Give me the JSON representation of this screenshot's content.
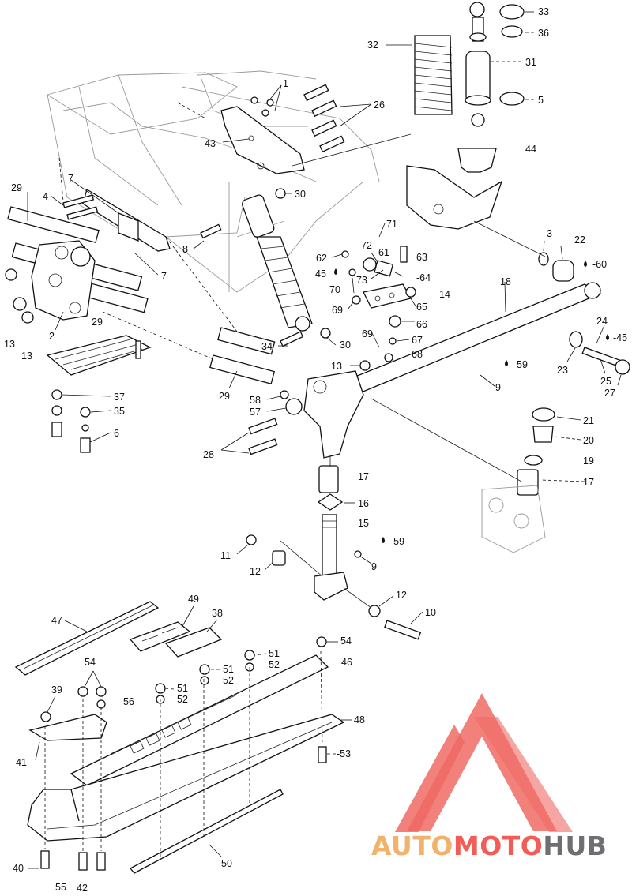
{
  "watermark": {
    "brand_part1": "AUTO",
    "brand_part2": "MOTO",
    "brand_part3": "HUB",
    "colors": {
      "auto": "#f0b36e",
      "moto": "#f25e57",
      "hub": "#6f6f73",
      "triangle": "#f06a64"
    }
  },
  "callouts": [
    {
      "id": "c1",
      "text": "1"
    },
    {
      "id": "c26",
      "text": "26"
    },
    {
      "id": "c43",
      "text": "43"
    },
    {
      "id": "c30a",
      "text": "30"
    },
    {
      "id": "c7a",
      "text": "7"
    },
    {
      "id": "c7b",
      "text": "7"
    },
    {
      "id": "c4",
      "text": "4"
    },
    {
      "id": "c29a",
      "text": "29"
    },
    {
      "id": "c8",
      "text": "8"
    },
    {
      "id": "c2",
      "text": "2"
    },
    {
      "id": "c29b",
      "text": "29"
    },
    {
      "id": "c13a",
      "text": "13"
    },
    {
      "id": "c13b",
      "text": "13"
    },
    {
      "id": "c34",
      "text": "34"
    },
    {
      "id": "c30b",
      "text": "30"
    },
    {
      "id": "c29c",
      "text": "29"
    },
    {
      "id": "c58",
      "text": "58"
    },
    {
      "id": "c57",
      "text": "57"
    },
    {
      "id": "c37",
      "text": "37"
    },
    {
      "id": "c35",
      "text": "35"
    },
    {
      "id": "c6",
      "text": "6"
    },
    {
      "id": "c28",
      "text": "28"
    },
    {
      "id": "c32",
      "text": "32"
    },
    {
      "id": "c33",
      "text": "33"
    },
    {
      "id": "c36",
      "text": "36"
    },
    {
      "id": "c31",
      "text": "31"
    },
    {
      "id": "c5",
      "text": "5"
    },
    {
      "id": "c44",
      "text": "44"
    },
    {
      "id": "c71",
      "text": "71"
    },
    {
      "id": "c72",
      "text": "72"
    },
    {
      "id": "c61",
      "text": "61"
    },
    {
      "id": "c62",
      "text": "62"
    },
    {
      "id": "c63",
      "text": "63"
    },
    {
      "id": "c45a",
      "text": "45"
    },
    {
      "id": "c73",
      "text": "73"
    },
    {
      "id": "c64",
      "text": "-64"
    },
    {
      "id": "c70",
      "text": "70"
    },
    {
      "id": "c14",
      "text": "14"
    },
    {
      "id": "c65",
      "text": "65"
    },
    {
      "id": "c69a",
      "text": "69"
    },
    {
      "id": "c66",
      "text": "66"
    },
    {
      "id": "c69b",
      "text": "69"
    },
    {
      "id": "c67",
      "text": "67"
    },
    {
      "id": "c68",
      "text": "68"
    },
    {
      "id": "c13c",
      "text": "13"
    },
    {
      "id": "c3",
      "text": "3"
    },
    {
      "id": "c22",
      "text": "22"
    },
    {
      "id": "c60",
      "text": "-60"
    },
    {
      "id": "c18",
      "text": "18"
    },
    {
      "id": "c24",
      "text": "24"
    },
    {
      "id": "c45b",
      "text": "-45"
    },
    {
      "id": "c59a",
      "text": "59"
    },
    {
      "id": "c9a",
      "text": "9"
    },
    {
      "id": "c23",
      "text": "23"
    },
    {
      "id": "c25",
      "text": "25"
    },
    {
      "id": "c27",
      "text": "27"
    },
    {
      "id": "c21",
      "text": "21"
    },
    {
      "id": "c20",
      "text": "20"
    },
    {
      "id": "c19",
      "text": "19"
    },
    {
      "id": "c17a",
      "text": "17"
    },
    {
      "id": "c17b",
      "text": "17"
    },
    {
      "id": "c16",
      "text": "16"
    },
    {
      "id": "c15",
      "text": "15"
    },
    {
      "id": "c59b",
      "text": "-59"
    },
    {
      "id": "c9b",
      "text": "9"
    },
    {
      "id": "c11",
      "text": "11"
    },
    {
      "id": "c12a",
      "text": "12"
    },
    {
      "id": "c12b",
      "text": "12"
    },
    {
      "id": "c10",
      "text": "10"
    },
    {
      "id": "c47",
      "text": "47"
    },
    {
      "id": "c49",
      "text": "49"
    },
    {
      "id": "c38",
      "text": "38"
    },
    {
      "id": "c54a",
      "text": "54"
    },
    {
      "id": "c46",
      "text": "46"
    },
    {
      "id": "c51a",
      "text": "51"
    },
    {
      "id": "c52a",
      "text": "52"
    },
    {
      "id": "c54b",
      "text": "54"
    },
    {
      "id": "c51b",
      "text": "51"
    },
    {
      "id": "c52b",
      "text": "52"
    },
    {
      "id": "c39",
      "text": "39"
    },
    {
      "id": "c56",
      "text": "56"
    },
    {
      "id": "c51c",
      "text": "51"
    },
    {
      "id": "c52c",
      "text": "52"
    },
    {
      "id": "c48",
      "text": "48"
    },
    {
      "id": "c41",
      "text": "41"
    },
    {
      "id": "c53",
      "text": "-53"
    },
    {
      "id": "c50",
      "text": "50"
    },
    {
      "id": "c40",
      "text": "40"
    },
    {
      "id": "c55",
      "text": "55"
    },
    {
      "id": "c42",
      "text": "42"
    }
  ]
}
